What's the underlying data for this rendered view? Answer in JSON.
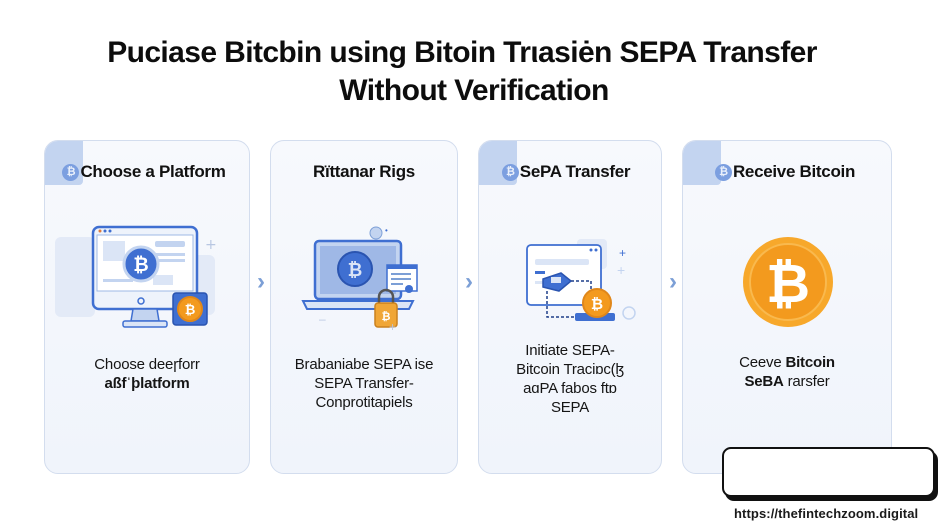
{
  "title": {
    "line1": "Puciase Bitcbin using Bitoin Trιasiėn SEPA Transfer",
    "line2": "Without Verification"
  },
  "steps": [
    {
      "header": "Choose a Platform",
      "header_icon": "bitcoin-icon",
      "illustration": "desktop-computer-bitcoin-wallet",
      "desc_lines": [
        "Choose deeɼforr",
        "aßfˈþlatform"
      ]
    },
    {
      "header": "Rïttanar Rigs",
      "header_icon": null,
      "illustration": "laptop-bitcoin-lock-document",
      "desc_lines": [
        "Brabaniabe SEPA ise",
        "SEPA Transfer-",
        "Conprotitapiels"
      ]
    },
    {
      "header": "SePA Transfer",
      "header_icon": "bitcoin-icon",
      "illustration": "browser-wallet-to-bitcoin-transfer",
      "desc_lines": [
        "Initiate SEPA-",
        "Bitcoin Traciɒc(ɮ",
        "aɑPA fabos ftɒ",
        "SEPA"
      ]
    },
    {
      "header": "Receive Bitcoin",
      "header_icon": "bitcoin-icon",
      "illustration": "gold-bitcoin-coin",
      "desc_line1_regular": "Ceeve ",
      "desc_line1_bold": "Bitcoin",
      "desc_line2_bold": "SeBA",
      "desc_line2_regular": " rarsfer"
    }
  ],
  "arrows": [
    "chevron-right",
    "chevron-right",
    "chevron-right"
  ],
  "watermark": {
    "url": "https://thefintechzoom.digital"
  },
  "colors": {
    "card_bg": "#f3f6fc",
    "card_border": "#d3ddee",
    "accent_blue": "#3f6fd1",
    "light_blue": "#c3d4f0",
    "bitcoin_orange": "#f39a1e",
    "arrow": "#7c9fd6"
  }
}
